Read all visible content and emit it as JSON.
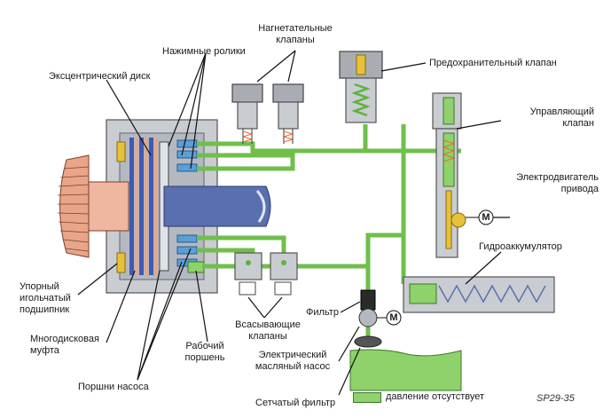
{
  "labels": {
    "pressure_valves": "Нагнетательные\nклапаны",
    "pressure_rollers": "Нажимные ролики",
    "eccentric_disc": "Эксцентрический диск",
    "safety_valve": "Предохранительный клапан",
    "control_valve": "Управляющий\nклапан",
    "drive_motor": "Электродвигатель\nпривода",
    "accumulator": "Гидроаккумулятор",
    "thrust_bearing": "Упорный\nигольчатый\nподшипник",
    "multiplate_clutch": "Многодисковая\nмуфта",
    "working_piston": "Рабочий\nпоршень",
    "pump_pistons": "Поршни насоса",
    "suction_valves": "Всасывающие\nклапаны",
    "filter": "Фильтр",
    "electric_oil_pump": "Электрический\nмасляный насос",
    "strainer": "Сетчатый фильтр",
    "motor_symbol": "M"
  },
  "legend": {
    "no_pressure": "давление отсутствует",
    "no_pressure_color": "#8fd16a"
  },
  "figure_code": "SP29-35",
  "colors": {
    "oil": "#8fd16a",
    "pipe": "#6fbf4a",
    "housing": "#c9ccd1",
    "gear": "#e8a58a",
    "shaft": "#5a6fb0"
  }
}
